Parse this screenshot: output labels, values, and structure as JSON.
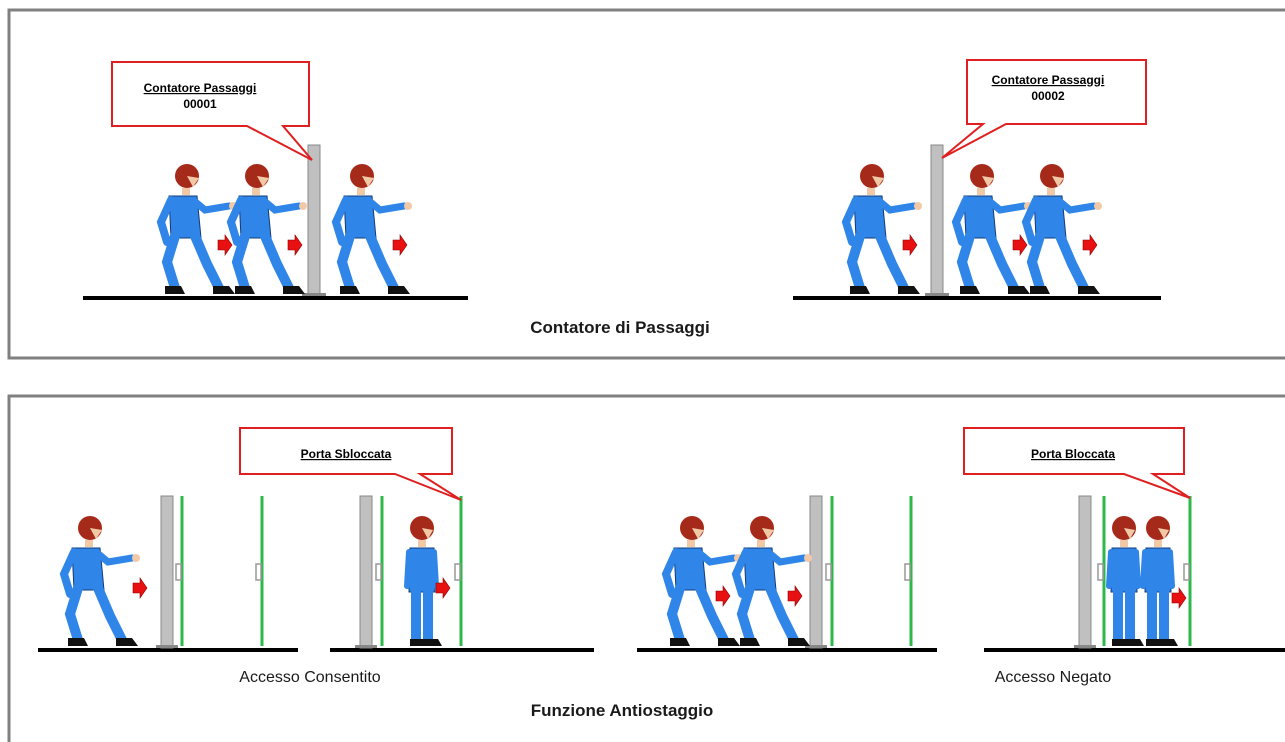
{
  "colors": {
    "frame": "#808080",
    "callout_border": "#e02020",
    "person_body": "#2f86e8",
    "person_head": "#a52a1a",
    "skin": "#f2c9a6",
    "arrow": "#e81010",
    "post": "#c0c0c0",
    "door": "#2db84a",
    "floor": "#000000"
  },
  "icons": [
    "person-walking-icon",
    "person-standing-icon",
    "arrow-right-icon",
    "turnstile-post-icon",
    "door-icon"
  ],
  "panels": {
    "counter": {
      "title": "Contatore di Passaggi",
      "callouts": [
        {
          "title": "Contatore Passaggi",
          "value": "00001"
        },
        {
          "title": "Contatore Passaggi",
          "value": "00002"
        }
      ]
    },
    "antitailgating": {
      "title": "Funzione Antiostaggio",
      "allowed_label": "Accesso Consentito",
      "denied_label": "Accesso Negato",
      "callouts": [
        {
          "title": "Porta Sbloccata"
        },
        {
          "title": "Porta Bloccata"
        }
      ]
    }
  }
}
